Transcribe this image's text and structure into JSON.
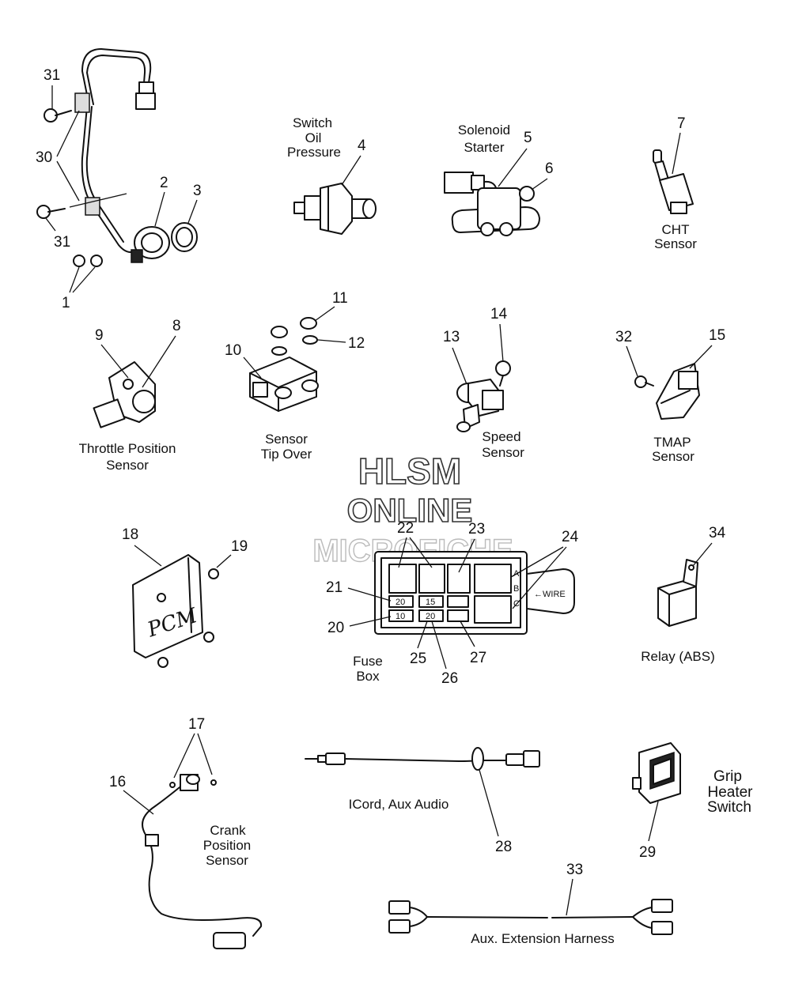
{
  "watermark": {
    "line1": "HLSM",
    "line2": "ONLINE",
    "line3": "MICROFICHE"
  },
  "labels": {
    "switch_oil_pressure": [
      "Switch",
      "Oil",
      "Pressure"
    ],
    "solenoid_starter": [
      "Solenoid",
      "Starter"
    ],
    "cht_sensor": [
      "CHT",
      "Sensor"
    ],
    "throttle_position_sensor": [
      "Throttle Position",
      "Sensor"
    ],
    "sensor_tip_over": [
      "Sensor",
      "Tip Over"
    ],
    "speed_sensor": [
      "Speed",
      "Sensor"
    ],
    "tmap_sensor": [
      "TMAP",
      "Sensor"
    ],
    "fuse_box": [
      "Fuse",
      "Box"
    ],
    "relay_abs": "Relay (ABS)",
    "crank_position_sensor": [
      "Crank",
      "Position",
      "Sensor"
    ],
    "icord_aux_audio": "ICord, Aux Audio",
    "grip_heater_switch": [
      "Grip",
      "Heater",
      "Switch"
    ],
    "aux_extension_harness": "Aux. Extension Harness"
  },
  "callouts": {
    "c1": "1",
    "c2": "2",
    "c3": "3",
    "c4": "4",
    "c5": "5",
    "c6": "6",
    "c7": "7",
    "c8": "8",
    "c9": "9",
    "c10": "10",
    "c11": "11",
    "c12": "12",
    "c13": "13",
    "c14": "14",
    "c15": "15",
    "c16": "16",
    "c17": "17",
    "c18": "18",
    "c19": "19",
    "c20": "20",
    "c21": "21",
    "c22": "22",
    "c23": "23",
    "c24": "24",
    "c25": "25",
    "c26": "26",
    "c27": "27",
    "c28": "28",
    "c29": "29",
    "c30": "30",
    "c31a": "31",
    "c31b": "31",
    "c32": "32",
    "c33": "33",
    "c34": "34"
  },
  "fuse_box": {
    "fuse_20": "20",
    "fuse_15": "15",
    "fuse_10": "10",
    "fuse_20b": "20",
    "wire_tag": "WIRE",
    "letter_a": "A",
    "letter_b": "B",
    "letter_c": "C"
  },
  "pcm": {
    "text": "PCM"
  }
}
